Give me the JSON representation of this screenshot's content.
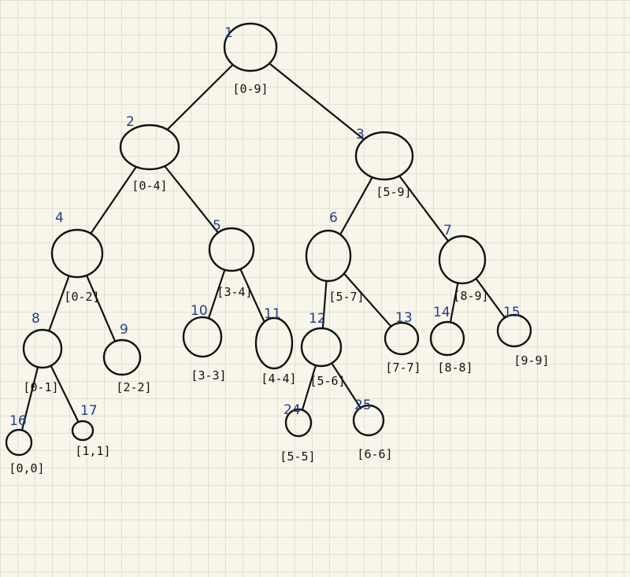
{
  "tree": {
    "nodes": [
      {
        "index": "1",
        "range": "[0-9]"
      },
      {
        "index": "2",
        "range": "[0-4]"
      },
      {
        "index": "3",
        "range": "[5-9]"
      },
      {
        "index": "4",
        "range": "[0-2]"
      },
      {
        "index": "5",
        "range": "[3-4]"
      },
      {
        "index": "6",
        "range": "[5-7]"
      },
      {
        "index": "7",
        "range": "[8-9]"
      },
      {
        "index": "8",
        "range": "[0-1]"
      },
      {
        "index": "9",
        "range": "[2-2]"
      },
      {
        "index": "10",
        "range": "[3-3]"
      },
      {
        "index": "11",
        "range": "[4-4]"
      },
      {
        "index": "12",
        "range": "[5-6]"
      },
      {
        "index": "13",
        "range": "[7-7]"
      },
      {
        "index": "14",
        "range": "[8-8]"
      },
      {
        "index": "15",
        "range": "[9-9]"
      },
      {
        "index": "16",
        "range": "[0,0]"
      },
      {
        "index": "17",
        "range": "[1,1]"
      },
      {
        "index": "24",
        "range": "[5-5]"
      },
      {
        "index": "25",
        "range": "[6-6]"
      }
    ],
    "edges": [
      [
        "1",
        "2"
      ],
      [
        "1",
        "3"
      ],
      [
        "2",
        "4"
      ],
      [
        "2",
        "5"
      ],
      [
        "3",
        "6"
      ],
      [
        "3",
        "7"
      ],
      [
        "4",
        "8"
      ],
      [
        "4",
        "9"
      ],
      [
        "5",
        "10"
      ],
      [
        "5",
        "11"
      ],
      [
        "6",
        "12"
      ],
      [
        "6",
        "13"
      ],
      [
        "7",
        "14"
      ],
      [
        "7",
        "15"
      ],
      [
        "8",
        "16"
      ],
      [
        "8",
        "17"
      ],
      [
        "12",
        "24"
      ],
      [
        "12",
        "25"
      ]
    ]
  }
}
